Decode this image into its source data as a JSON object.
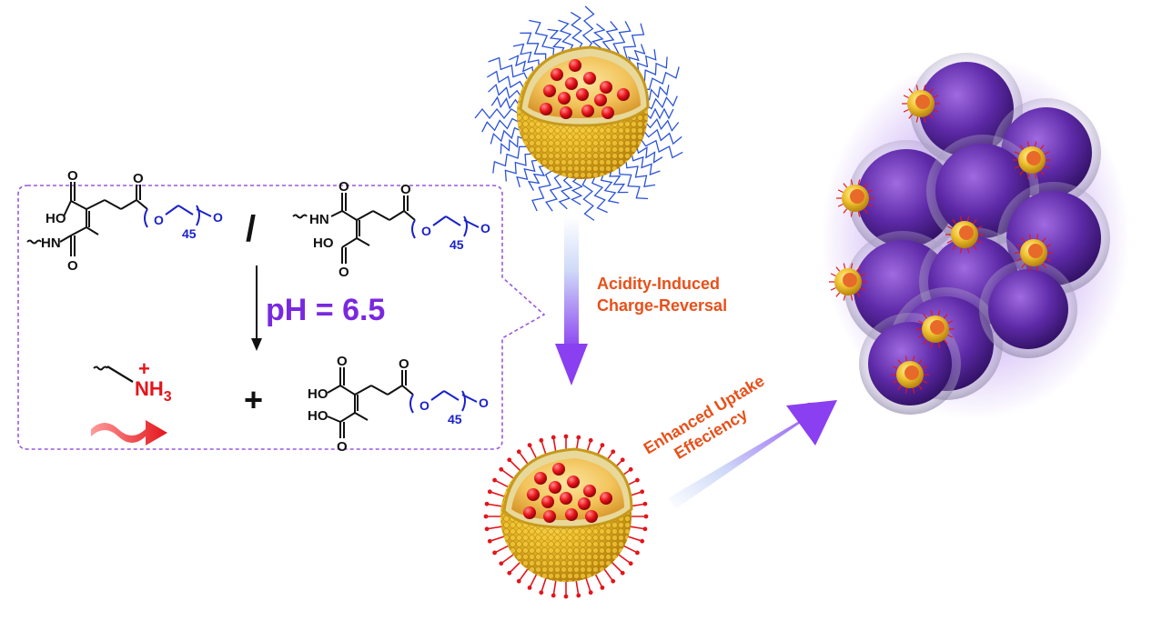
{
  "chemistry": {
    "left_reactant": {
      "acid_group": "HO",
      "amide_group": "HN",
      "carbonyl_o1": "O",
      "carbonyl_o2": "O",
      "ester_o": "O",
      "ether_o": "O",
      "ester_carbonyl": "O",
      "peg_n": "45"
    },
    "right_reactant": {
      "acid_group": "HO",
      "amide_group": "HN",
      "carbonyl_o1": "O",
      "carbonyl_o2": "O",
      "ester_o": "O",
      "ether_o": "O",
      "ester_carbonyl": "O",
      "peg_n": "45"
    },
    "separator": "/",
    "condition": "pH = 6.5",
    "product_amine": {
      "plus": "+",
      "label": "NH3",
      "label_main": "NH",
      "label_sub": "3"
    },
    "plus_sign": "+",
    "product_acid": {
      "acid1": "HO",
      "acid2": "HO",
      "o1": "O",
      "o2": "O",
      "ester_o": "O",
      "ether_o": "O",
      "ester_carbonyl": "O",
      "peg_n": "45"
    }
  },
  "labels": {
    "charge_reversal_line1": "Acidity-Induced",
    "charge_reversal_line2": "Charge-Reversal",
    "uptake_line1": "Enhanced Uptake",
    "uptake_line2": "Effeciency"
  },
  "colors": {
    "box_border": "#9b59d9",
    "accent_purple": "#8a3ff0",
    "label_orange": "#e8501a",
    "peg_blue": "#1a22c8",
    "shell_gold": "#e8b92a",
    "drug_red": "#e0141c",
    "cell_purple": "#5a2a9e",
    "cell_glow": "#b48cf0"
  }
}
